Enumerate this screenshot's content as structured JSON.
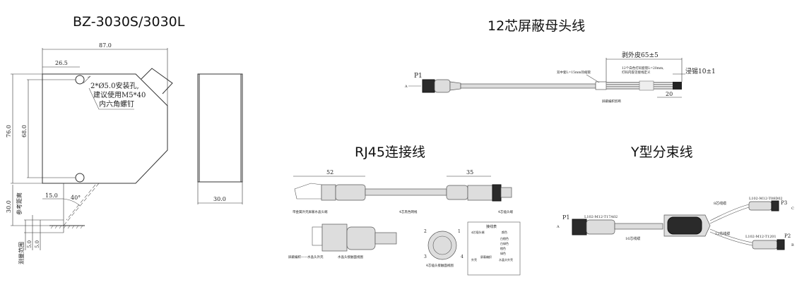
{
  "titles": {
    "sensor": "BZ-3030S/3030L",
    "cable12": "12芯屏蔽母头线",
    "rj45": "RJ45连接线",
    "ysplit": "Y型分束线"
  },
  "sensor_drawing": {
    "dim_width": "87.0",
    "dim_hole_offset": "26.5",
    "dim_height": "76.0",
    "dim_hole_spacing": "68.0",
    "dim_beam_offset": "15.0",
    "dim_angle": "40°",
    "dim_ref_distance": "30.0",
    "ref_distance_label": "参考距离",
    "dim_range_a": "5.0",
    "dim_range_b": "5.0",
    "range_label": "测量范围",
    "dim_depth": "30.0",
    "note_line1": "2*Ø5.0安装孔,",
    "note_line2": "建议使用M5*40",
    "note_line3": "内六角螺钉"
  },
  "cable12_drawing": {
    "p1": "P1",
    "a": "A",
    "strip": "剥外皮65±5",
    "tin": "浸锡10±1",
    "dim20": "20",
    "heatshrink": "双中套L=15mm热缩管",
    "marking1": "12个白色打码套管L=20mm,",
    "marking2": "打码内容见接线定义",
    "shield": "屏蔽编织剪断"
  },
  "rj45_drawing": {
    "dim52": "52",
    "dim35": "35",
    "rj45_end": "带金属外壳屏蔽水晶头端",
    "cable": "4芯黑色网线",
    "m12_end": "4芯插头端",
    "shield_note": "屏蔽编织——水晶头外壳",
    "rj45_face": "水晶头接触面视图",
    "m12_face": "4芯插头接触面视图",
    "pins": [
      "1",
      "2",
      "3",
      "4"
    ],
    "wiring_title": "接线表",
    "wiring_col1": "4芯插头端",
    "wiring_col2": "颜色",
    "wiring_rows": [
      "白橙色",
      "白绿色",
      "橙色",
      "绿色"
    ],
    "wiring_shell": "外壳",
    "wiring_shield": "屏蔽编织",
    "wiring_shell_to": "水晶头外壳"
  },
  "ysplit_drawing": {
    "p1": "P1",
    "a": "A",
    "p1_part": "L102-M12-T17A02",
    "main_cable": "16芯线缆",
    "p3": "P3",
    "c": "C",
    "p3_part": "L102-M12-T08D02",
    "branch8": "8芯线缆",
    "p2": "P2",
    "b": "B",
    "p2_part": "L102-M12-T1201",
    "branch12": "12芯线缆"
  }
}
